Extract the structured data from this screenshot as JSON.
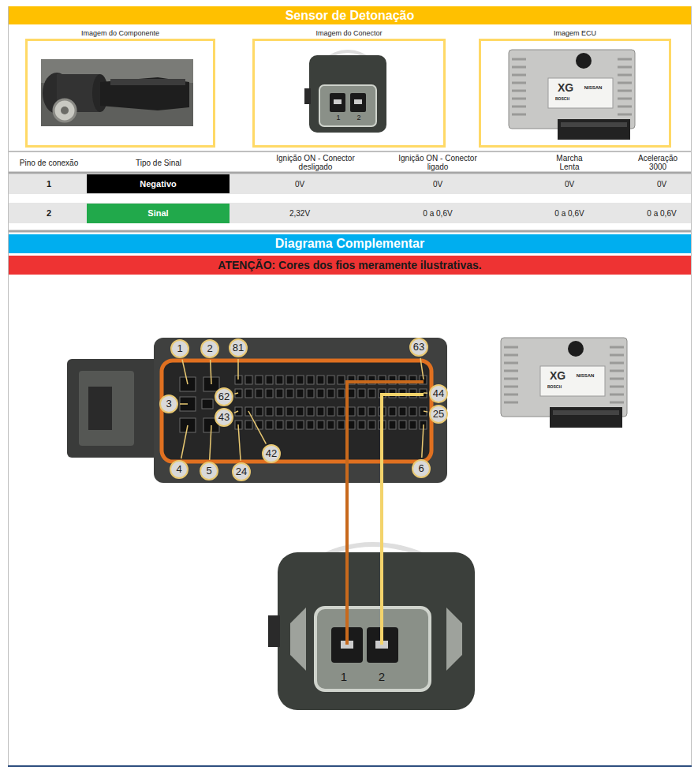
{
  "diagram": {
    "title": "Sensor de Detonação",
    "nodes": [
      {
        "text": [
          "Imagem do Componente"
        ]
      },
      {
        "text": [
          "Imagem do Conector"
        ]
      },
      {
        "text": [
          "Imagem ECU"
        ]
      },
      {
        "text": [
          "Negativo"
        ]
      },
      {
        "text": [
          "Sinal"
        ]
      },
      {
        "text": [
          "Diagrama Complementar"
        ]
      },
      {
        "text": [
          "ATENÇÃO: Cores dos fios meramente ilustrativas."
        ]
      },
      {
        "text": [
          "1"
        ]
      },
      {
        "text": [
          "2"
        ]
      },
      {
        "text": [
          "81"
        ]
      },
      {
        "text": [
          "63"
        ]
      },
      {
        "text": [
          "3"
        ]
      },
      {
        "text": [
          "62"
        ]
      },
      {
        "text": [
          "44"
        ]
      },
      {
        "text": [
          "43"
        ]
      },
      {
        "text": [
          "25"
        ]
      },
      {
        "text": [
          "42"
        ]
      },
      {
        "text": [
          "4"
        ]
      },
      {
        "text": [
          "5"
        ]
      },
      {
        "text": [
          "24"
        ]
      },
      {
        "text": [
          "6"
        ]
      }
    ],
    "labels": [
      "1",
      "2",
      "XG",
      "NISSAN",
      "BOSCH",
      "Pino de conexão",
      "Tipo de Sinal",
      "Ignição ON - Conector desligado",
      "Ignição ON - Conector ligado",
      "Marcha Lenta",
      "Aceleração 3000",
      "1",
      "0V",
      "0V",
      "0V",
      "0V",
      "2",
      "2,32V",
      "0 a 0,6V",
      "0 a 0,6V",
      "0 a 0,6V",
      "XG",
      "NISSAN",
      "BOSCH",
      "1",
      "2"
    ]
  }
}
